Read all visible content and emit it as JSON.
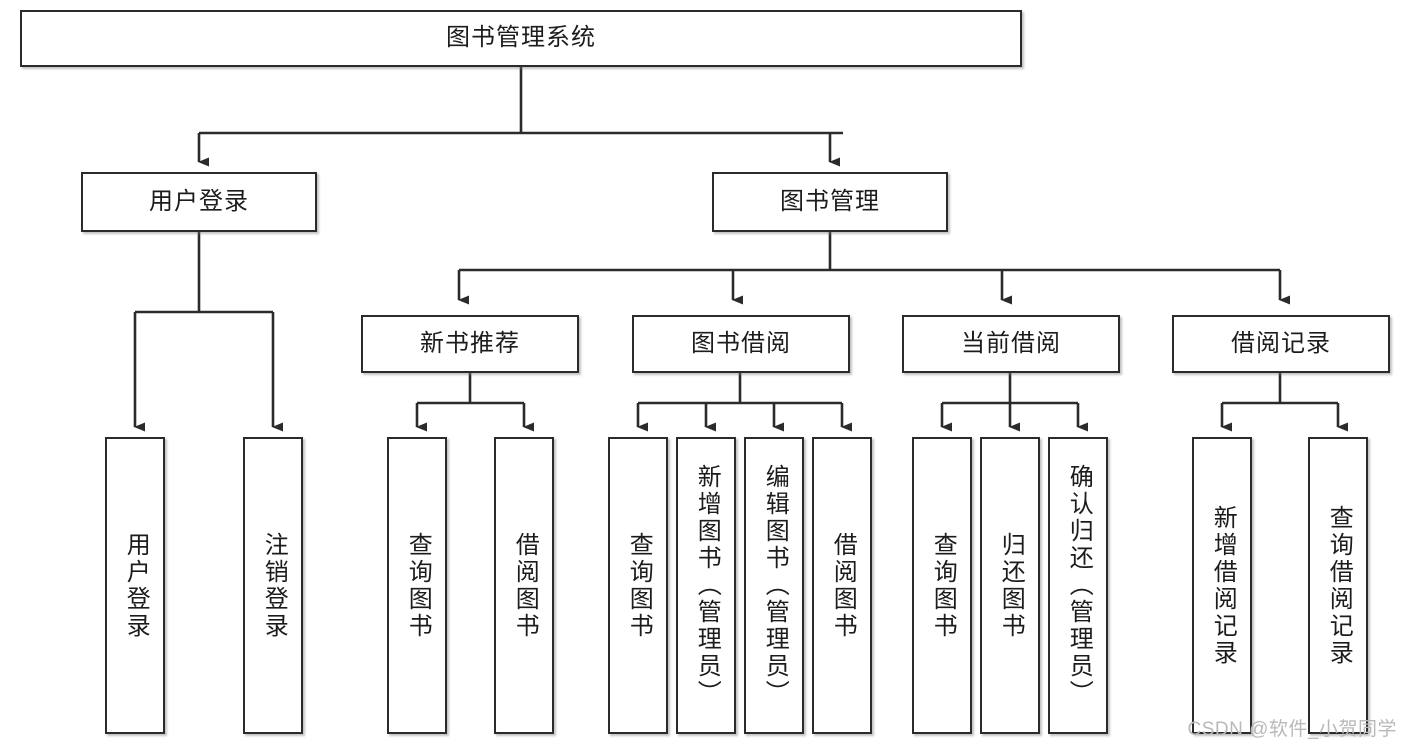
{
  "diagram": {
    "title": "图书管理系统",
    "type": "tree",
    "watermark": "CSDN @软件_小贺同学",
    "colors": {
      "node_border": "#2b2b2b",
      "node_fill": "#ffffff",
      "edge": "#2b2b2b",
      "text": "#1c1c1c",
      "watermark": "#b9b9b9",
      "background": "#ffffff"
    },
    "nodes": {
      "root": {
        "label": "图书管理系统",
        "orientation": "horizontal",
        "level": 0
      },
      "l1": [
        {
          "id": "user-login",
          "label": "用户登录",
          "orientation": "horizontal",
          "level": 1
        },
        {
          "id": "book-manage",
          "label": "图书管理",
          "orientation": "horizontal",
          "level": 1
        }
      ],
      "l2": [
        {
          "id": "new-book-rec",
          "label": "新书推荐",
          "orientation": "horizontal",
          "level": 2,
          "parent": "book-manage"
        },
        {
          "id": "book-borrow",
          "label": "图书借阅",
          "orientation": "horizontal",
          "level": 2,
          "parent": "book-manage"
        },
        {
          "id": "current-borrow",
          "label": "当前借阅",
          "orientation": "horizontal",
          "level": 2,
          "parent": "book-manage"
        },
        {
          "id": "borrow-record",
          "label": "借阅记录",
          "orientation": "horizontal",
          "level": 2,
          "parent": "book-manage"
        }
      ],
      "leaves": [
        {
          "id": "leaf-user-login",
          "label": "用户登录",
          "orientation": "vertical",
          "parent": "user-login"
        },
        {
          "id": "leaf-user-logout",
          "label": "注销登录",
          "orientation": "vertical",
          "parent": "user-login"
        },
        {
          "id": "leaf-rec-query-book",
          "label": "查询图书",
          "orientation": "vertical",
          "parent": "new-book-rec"
        },
        {
          "id": "leaf-rec-borrow-book",
          "label": "借阅图书",
          "orientation": "vertical",
          "parent": "new-book-rec"
        },
        {
          "id": "leaf-borrow-query-book",
          "label": "查询图书",
          "orientation": "vertical",
          "parent": "book-borrow"
        },
        {
          "id": "leaf-borrow-add-book",
          "label": "新增图书（管理员）",
          "orientation": "vertical",
          "parent": "book-borrow"
        },
        {
          "id": "leaf-borrow-edit-book",
          "label": "编辑图书（管理员）",
          "orientation": "vertical",
          "parent": "book-borrow"
        },
        {
          "id": "leaf-borrow-borrow-book",
          "label": "借阅图书",
          "orientation": "vertical",
          "parent": "book-borrow"
        },
        {
          "id": "leaf-cur-query-book",
          "label": "查询图书",
          "orientation": "vertical",
          "parent": "current-borrow"
        },
        {
          "id": "leaf-cur-return-book",
          "label": "归还图书",
          "orientation": "vertical",
          "parent": "current-borrow"
        },
        {
          "id": "leaf-cur-confirm-return",
          "label": "确认归还（管理员）",
          "orientation": "vertical",
          "parent": "current-borrow"
        },
        {
          "id": "leaf-rec-add-record",
          "label": "新增借阅记录",
          "orientation": "vertical",
          "parent": "borrow-record"
        },
        {
          "id": "leaf-rec-query-record",
          "label": "查询借阅记录",
          "orientation": "vertical",
          "parent": "borrow-record"
        }
      ]
    }
  }
}
